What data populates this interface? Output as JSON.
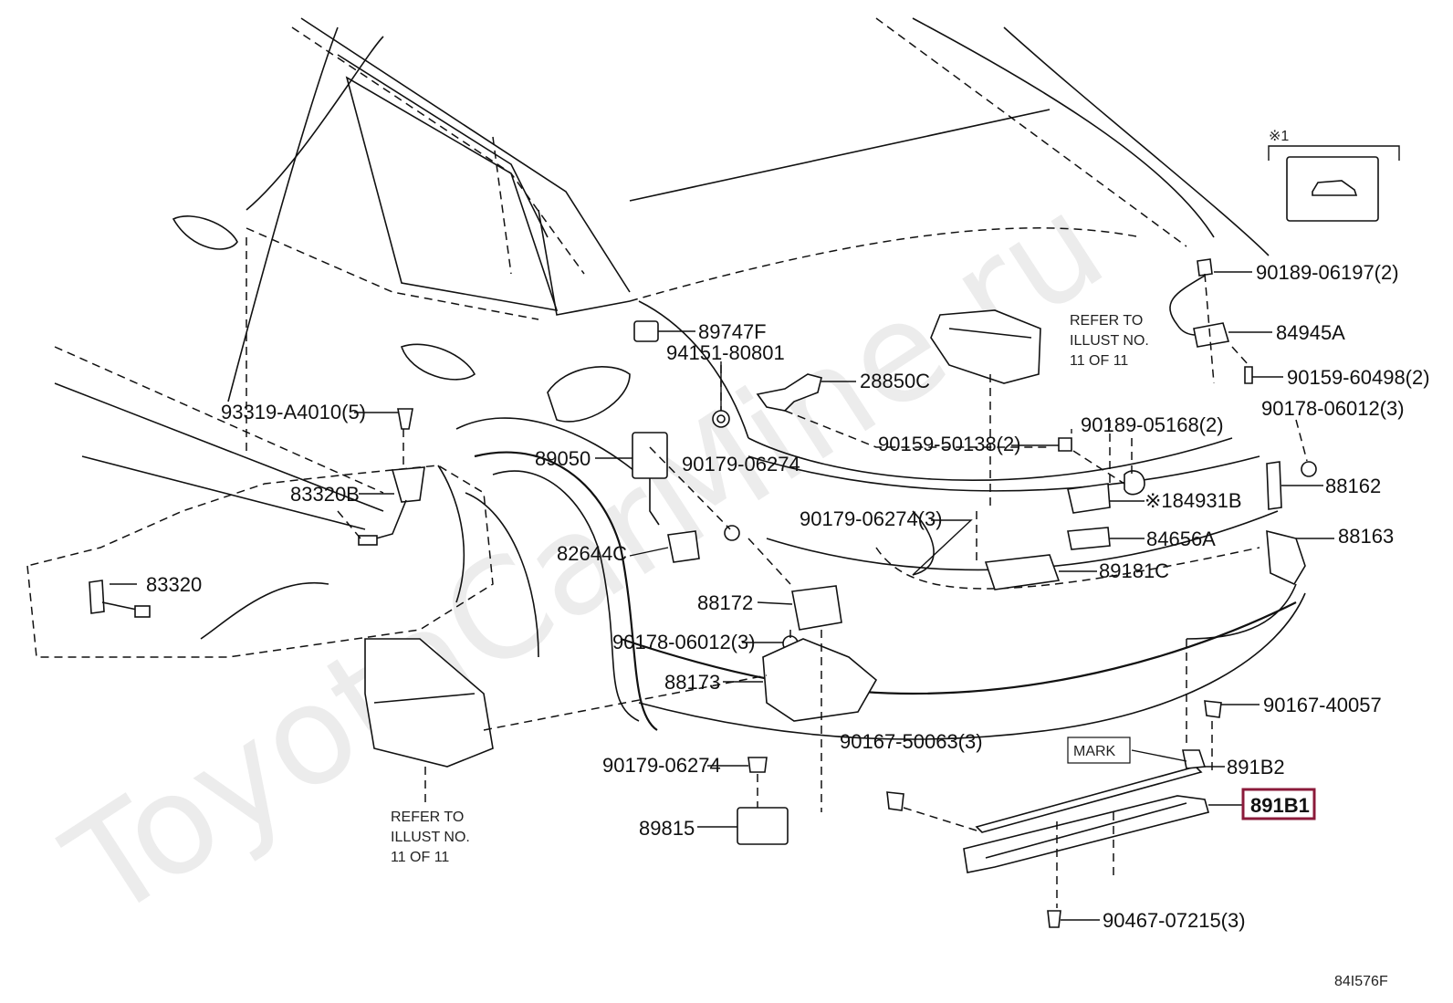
{
  "watermark": "ToyotaCarMine.ru",
  "footnote_mark": "※1",
  "diagram_code": "84I576F",
  "labels": {
    "p89747F": "89747F",
    "p94151": "94151-80801",
    "p28850C": "28850C",
    "p93319": "93319-A4010(5)",
    "p83320B": "83320B",
    "p83320": "83320",
    "p89050": "89050",
    "p90179_a": "90179-06274",
    "p82644C": "82644C",
    "p90179_3": "90179-06274(3)",
    "p88172": "88172",
    "p90178_a": "90178-06012(3)",
    "p88173": "88173",
    "p90179_b": "90179-06274",
    "p89815": "89815",
    "p90167_50063": "90167-50063(3)",
    "p90159_50138": "90159-50138(2)",
    "p90189_05168": "90189-05168(2)",
    "p84931B": "※184931B",
    "p84656A": "84656A",
    "p89181C": "89181C",
    "p90189_06197": "90189-06197(2)",
    "p84945A": "84945A",
    "p90159_60498": "90159-60498(2)",
    "p90178_b": "90178-06012(3)",
    "p88162": "88162",
    "p88163": "88163",
    "p90167_40057": "90167-40057",
    "mark": "MARK",
    "p891B2": "891B2",
    "p891B1": "891B1",
    "p90467": "90467-07215(3)"
  },
  "refer_top": [
    "REFER TO",
    "ILLUST NO.",
    "11 OF 11"
  ],
  "refer_bottom": [
    "REFER TO",
    "ILLUST NO.",
    "11 OF 11"
  ],
  "highlight_color": "#8b1a3a"
}
